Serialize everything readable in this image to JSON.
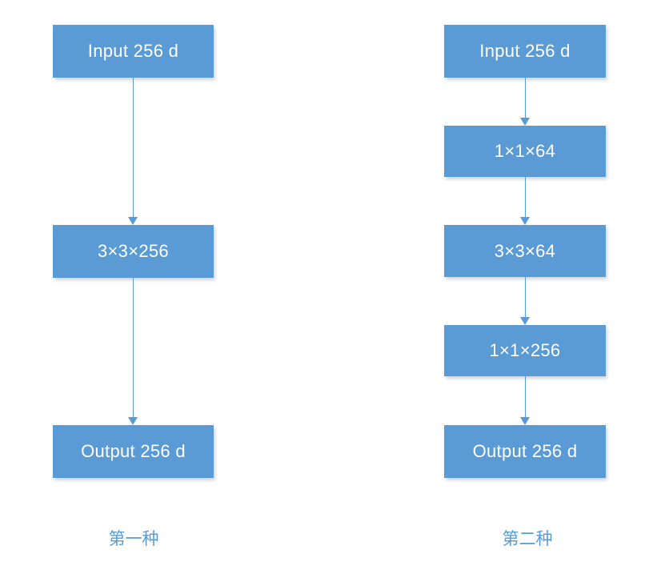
{
  "diagram": {
    "description": "Two residual-block designs compared side by side",
    "columns": [
      {
        "label": "第一种",
        "boxes": [
          {
            "text": "Input 256 d"
          },
          {
            "text": "3×3×256"
          },
          {
            "text": "Output 256 d"
          }
        ]
      },
      {
        "label": "第二种",
        "boxes": [
          {
            "text": "Input 256 d"
          },
          {
            "text": "1×1×64"
          },
          {
            "text": "3×3×64"
          },
          {
            "text": "1×1×256"
          },
          {
            "text": "Output 256 d"
          }
        ]
      }
    ],
    "colors": {
      "box_fill": "#5B9BD5",
      "box_text": "#FFFFFF",
      "arrow": "#5B9BD5",
      "label_text": "#5B9BD5",
      "background": "#FFFFFF"
    }
  }
}
